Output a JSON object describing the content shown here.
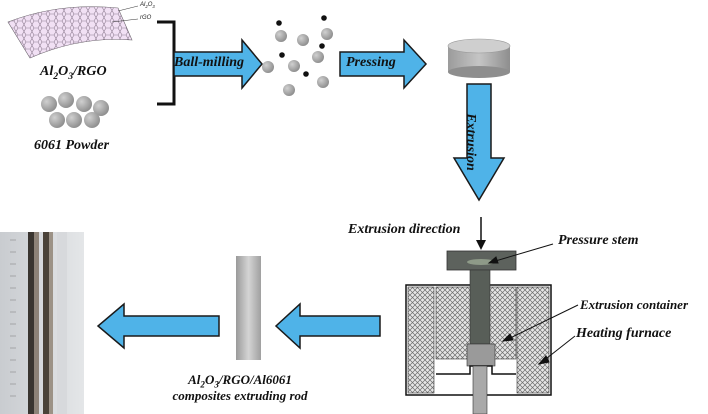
{
  "colors": {
    "arrow_fill": "#4fb3e8",
    "arrow_stroke": "#1a1a1a",
    "particle_gray": "#a8a8a8",
    "particle_black": "#111111",
    "graphene_sheet": "#d7a6e0",
    "mold_hatch": "#777777",
    "rod_gray": "#bdbdbd"
  },
  "labels": {
    "al2o3_rgo_material": "Al2O3/RGO",
    "powder_6061": "6061 Powder",
    "sheet_al2o3": "Al2O3",
    "sheet_rgo": "rGO",
    "step_ball_milling": "Ball-milling",
    "step_pressing": "Pressing",
    "step_extrusion": "Extrusion",
    "extrusion_direction": "Extrusion direction",
    "pressure_stem": "Pressure stem",
    "extrusion_container": "Extrusion container",
    "heating_furnace": "Heating furnace",
    "composite_rod_line1": "Al2O3/RGO/Al6061",
    "composite_rod_line2": "composites extruding rod"
  },
  "icons": [
    "graphene-sheet-icon",
    "powder-sphere-icon",
    "mixed-powder-icon",
    "pressed-billet-icon",
    "extrusion-die-icon",
    "extruded-rod-icon",
    "rod-photo-icon"
  ]
}
